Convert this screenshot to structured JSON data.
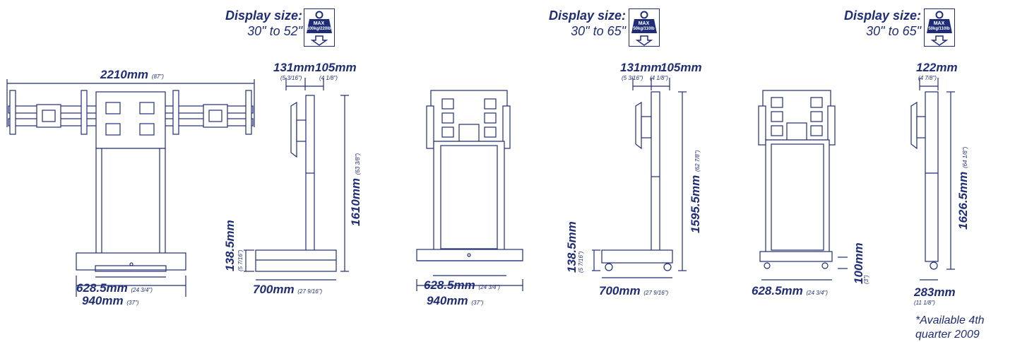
{
  "products": [
    {
      "display_label": "Display size:",
      "display_range": "30\" to 52\"",
      "weight_max": "MAX",
      "weight_value": "100kg/220lb",
      "width_total": "2210mm",
      "width_total_in": "(87\")",
      "depth_top_a": "131mm",
      "depth_top_a_in": "(5 3/16\")",
      "depth_top_b": "105mm",
      "depth_top_b_in": "(4 1/8\")",
      "height": "1610mm",
      "height_in": "(63 3/8\")",
      "base_height": "138.5mm",
      "base_height_in": "(5 7/16\")",
      "base_inner": "628.5mm",
      "base_inner_in": "(24 3/4\")",
      "base_outer": "940mm",
      "base_outer_in": "(37\")",
      "base_depth": "700mm",
      "base_depth_in": "(27 9/16\")"
    },
    {
      "display_label": "Display size:",
      "display_range": "30\" to 65\"",
      "weight_max": "MAX",
      "weight_value": "50kg/110lb",
      "depth_top_a": "131mm",
      "depth_top_a_in": "(5 3/16\")",
      "depth_top_b": "105mm",
      "depth_top_b_in": "(4 1/8\")",
      "height": "1595.5mm",
      "height_in": "(62 7/8\")",
      "base_height": "138.5mm",
      "base_height_in": "(5 7/16\")",
      "base_inner": "628.5mm",
      "base_inner_in": "(24 3/4\")",
      "base_outer": "940mm",
      "base_outer_in": "(37\")",
      "base_depth": "700mm",
      "base_depth_in": "(27 9/16\")"
    },
    {
      "display_label": "Display size:",
      "display_range": "30\" to 65\"",
      "weight_max": "MAX",
      "weight_value": "50kg/110lb",
      "depth_top": "122mm",
      "depth_top_in": "(4 7/8\")",
      "height": "1626.5mm",
      "height_in": "(64 1/8\")",
      "base_height": "100mm",
      "base_height_in": "(3\")",
      "base_inner": "628.5mm",
      "base_inner_in": "(24 3/4\")",
      "base_depth": "283mm",
      "base_depth_in": "(11 1/8\")",
      "availability_line1": "*Available 4th",
      "availability_line2": "quarter 2009"
    }
  ]
}
